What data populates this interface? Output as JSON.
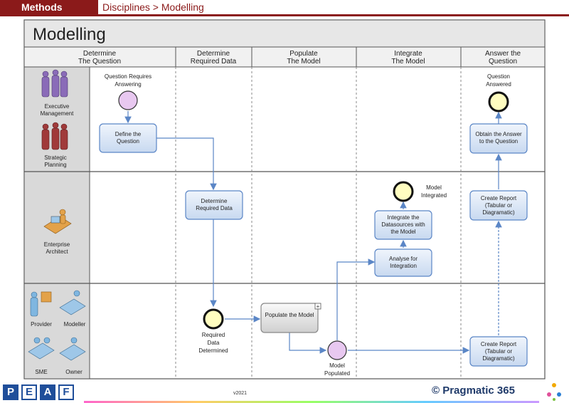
{
  "header": {
    "section": "Methods",
    "breadcrumb": "Disciplines > Modelling"
  },
  "title": "Modelling",
  "columns": [
    {
      "line1": "Determine",
      "line2": "The Question"
    },
    {
      "line1": "Determine",
      "line2": "Required Data"
    },
    {
      "line1": "Populate",
      "line2": "The Model"
    },
    {
      "line1": "Integrate",
      "line2": "The Model"
    },
    {
      "line1": "Answer the",
      "line2": "Question"
    }
  ],
  "roles": {
    "exec_l1": "Executive",
    "exec_l2": "Management",
    "strat_l1": "Strategic",
    "strat_l2": "Planning",
    "ea_l1": "Enterprise",
    "ea_l2": "Architect",
    "provider": "Provider",
    "modeller": "Modeller",
    "sme": "SME",
    "owner": "Owner"
  },
  "events": {
    "question_requires_l1": "Question Requires",
    "question_requires_l2": "Answering",
    "question_answered_l1": "Question",
    "question_answered_l2": "Answered",
    "model_integrated_l1": "Model",
    "model_integrated_l2": "Integrated",
    "required_data_l1": "Required",
    "required_data_l2": "Data",
    "required_data_l3": "Determined",
    "model_populated_l1": "Model",
    "model_populated_l2": "Populated"
  },
  "tasks": {
    "define_l1": "Define the",
    "define_l2": "Question",
    "det_req_l1": "Determine",
    "det_req_l2": "Required Data",
    "populate": "Populate the Model",
    "analyse_l1": "Analyse for",
    "analyse_l2": "Integration",
    "integrate_l1": "Integrate the",
    "integrate_l2": "Datasources with",
    "integrate_l3": "the Model",
    "obtain_l1": "Obtain the Answer",
    "obtain_l2": "to the Question",
    "report_a_l1": "Create Report",
    "report_a_l2": "(Tabular or",
    "report_a_l3": "Diagramatic)",
    "report_b_l1": "Create Report",
    "report_b_l2": "(Tabular or",
    "report_b_l3": "Diagramatic)"
  },
  "footer": {
    "version": "v2021",
    "brand": "© Pragmatic 365",
    "logo_letters": [
      "P",
      "E",
      "A",
      "F"
    ]
  },
  "colors": {
    "brand_red": "#8b1a1a",
    "event_start": "#e8c8f0",
    "event_end": "#fffdc0",
    "task_fill": "#dde8f7",
    "flow": "#5b86c6"
  }
}
